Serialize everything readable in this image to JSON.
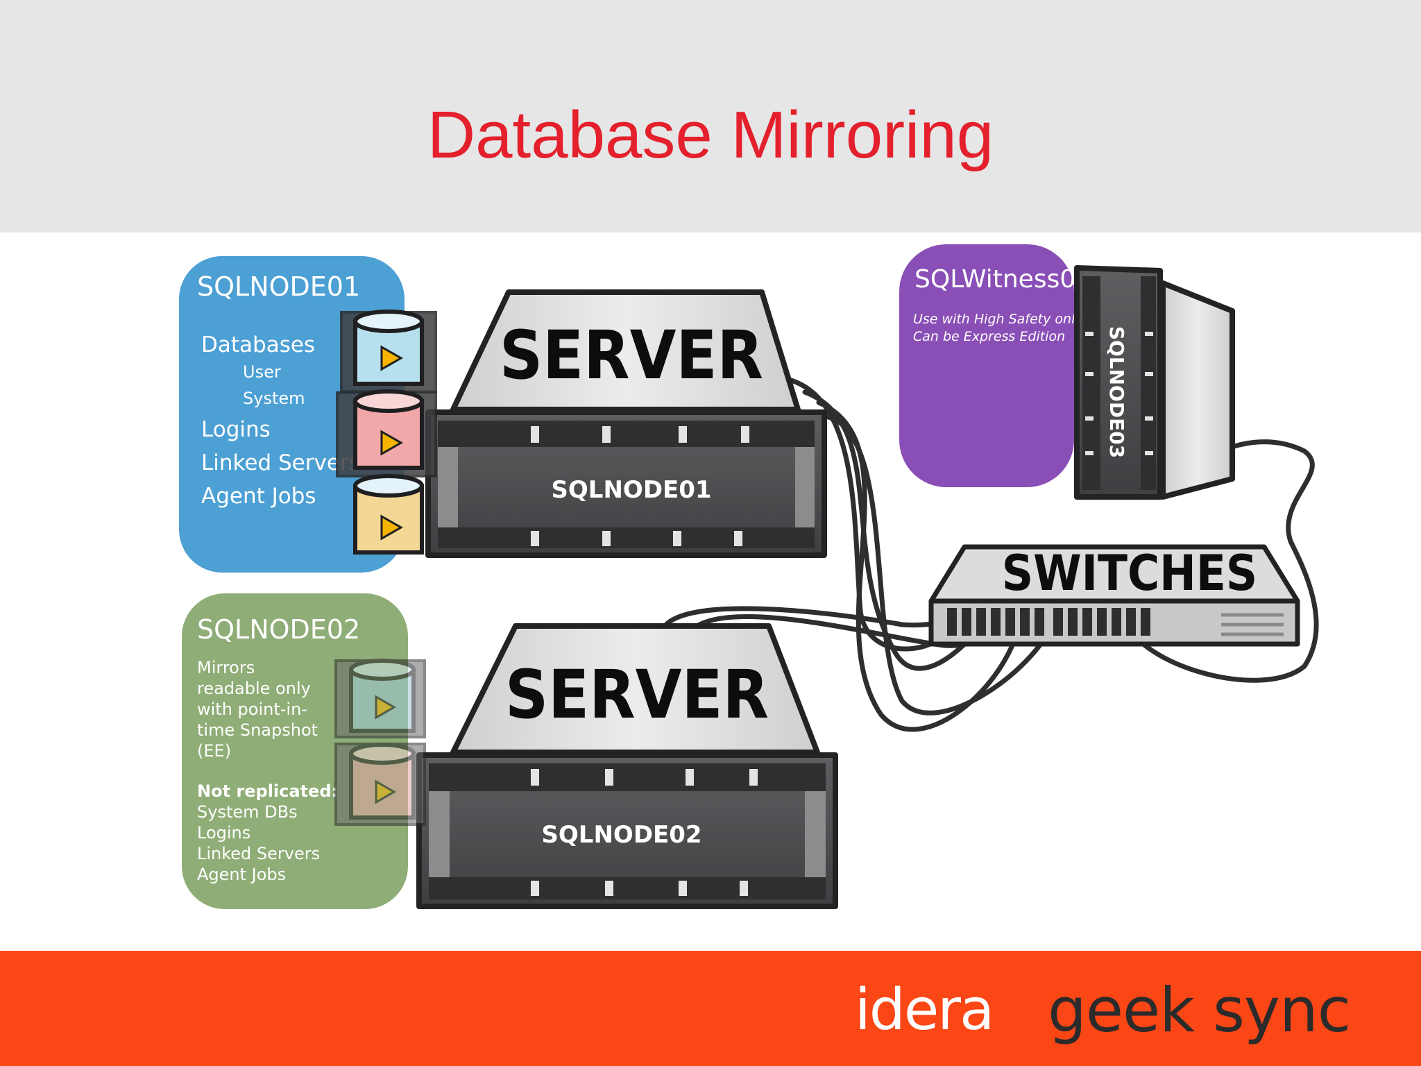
{
  "title": "Database Mirroring",
  "node01_panel": {
    "title": "SQLNODE01",
    "items": [
      "Databases",
      "User",
      "System",
      "Logins",
      "Linked Servers",
      "Agent Jobs"
    ]
  },
  "node02_panel": {
    "title": "SQLNODE02",
    "mirror_lines": [
      "Mirrors",
      "readable only",
      "with point-in-",
      "time Snapshot",
      "(EE)"
    ],
    "not_replicated_label": "Not replicated:",
    "not_replicated_items": [
      "System DBs",
      "Logins",
      "Linked Servers",
      "Agent Jobs"
    ]
  },
  "witness_panel": {
    "title": "SQLWitness01",
    "notes": [
      "Use with High Safety only",
      "Can be Express Edition"
    ]
  },
  "servers": {
    "top_label": "SERVER",
    "top_name": "SQLNODE01",
    "bottom_label": "SERVER",
    "bottom_name": "SQLNODE02",
    "witness_name": "SQLNODE03"
  },
  "switch_label": "SWITCHES",
  "footer": {
    "logo_idera": "idera",
    "logo_geeksync": "geek sync"
  },
  "colors": {
    "title_red": "#e3202c",
    "header_gray": "#e6e6e6",
    "footer_orange": "#fb4615",
    "panel_blue": "#4da0d4",
    "panel_green": "#8fad76",
    "panel_purple": "#8a4fb6"
  }
}
